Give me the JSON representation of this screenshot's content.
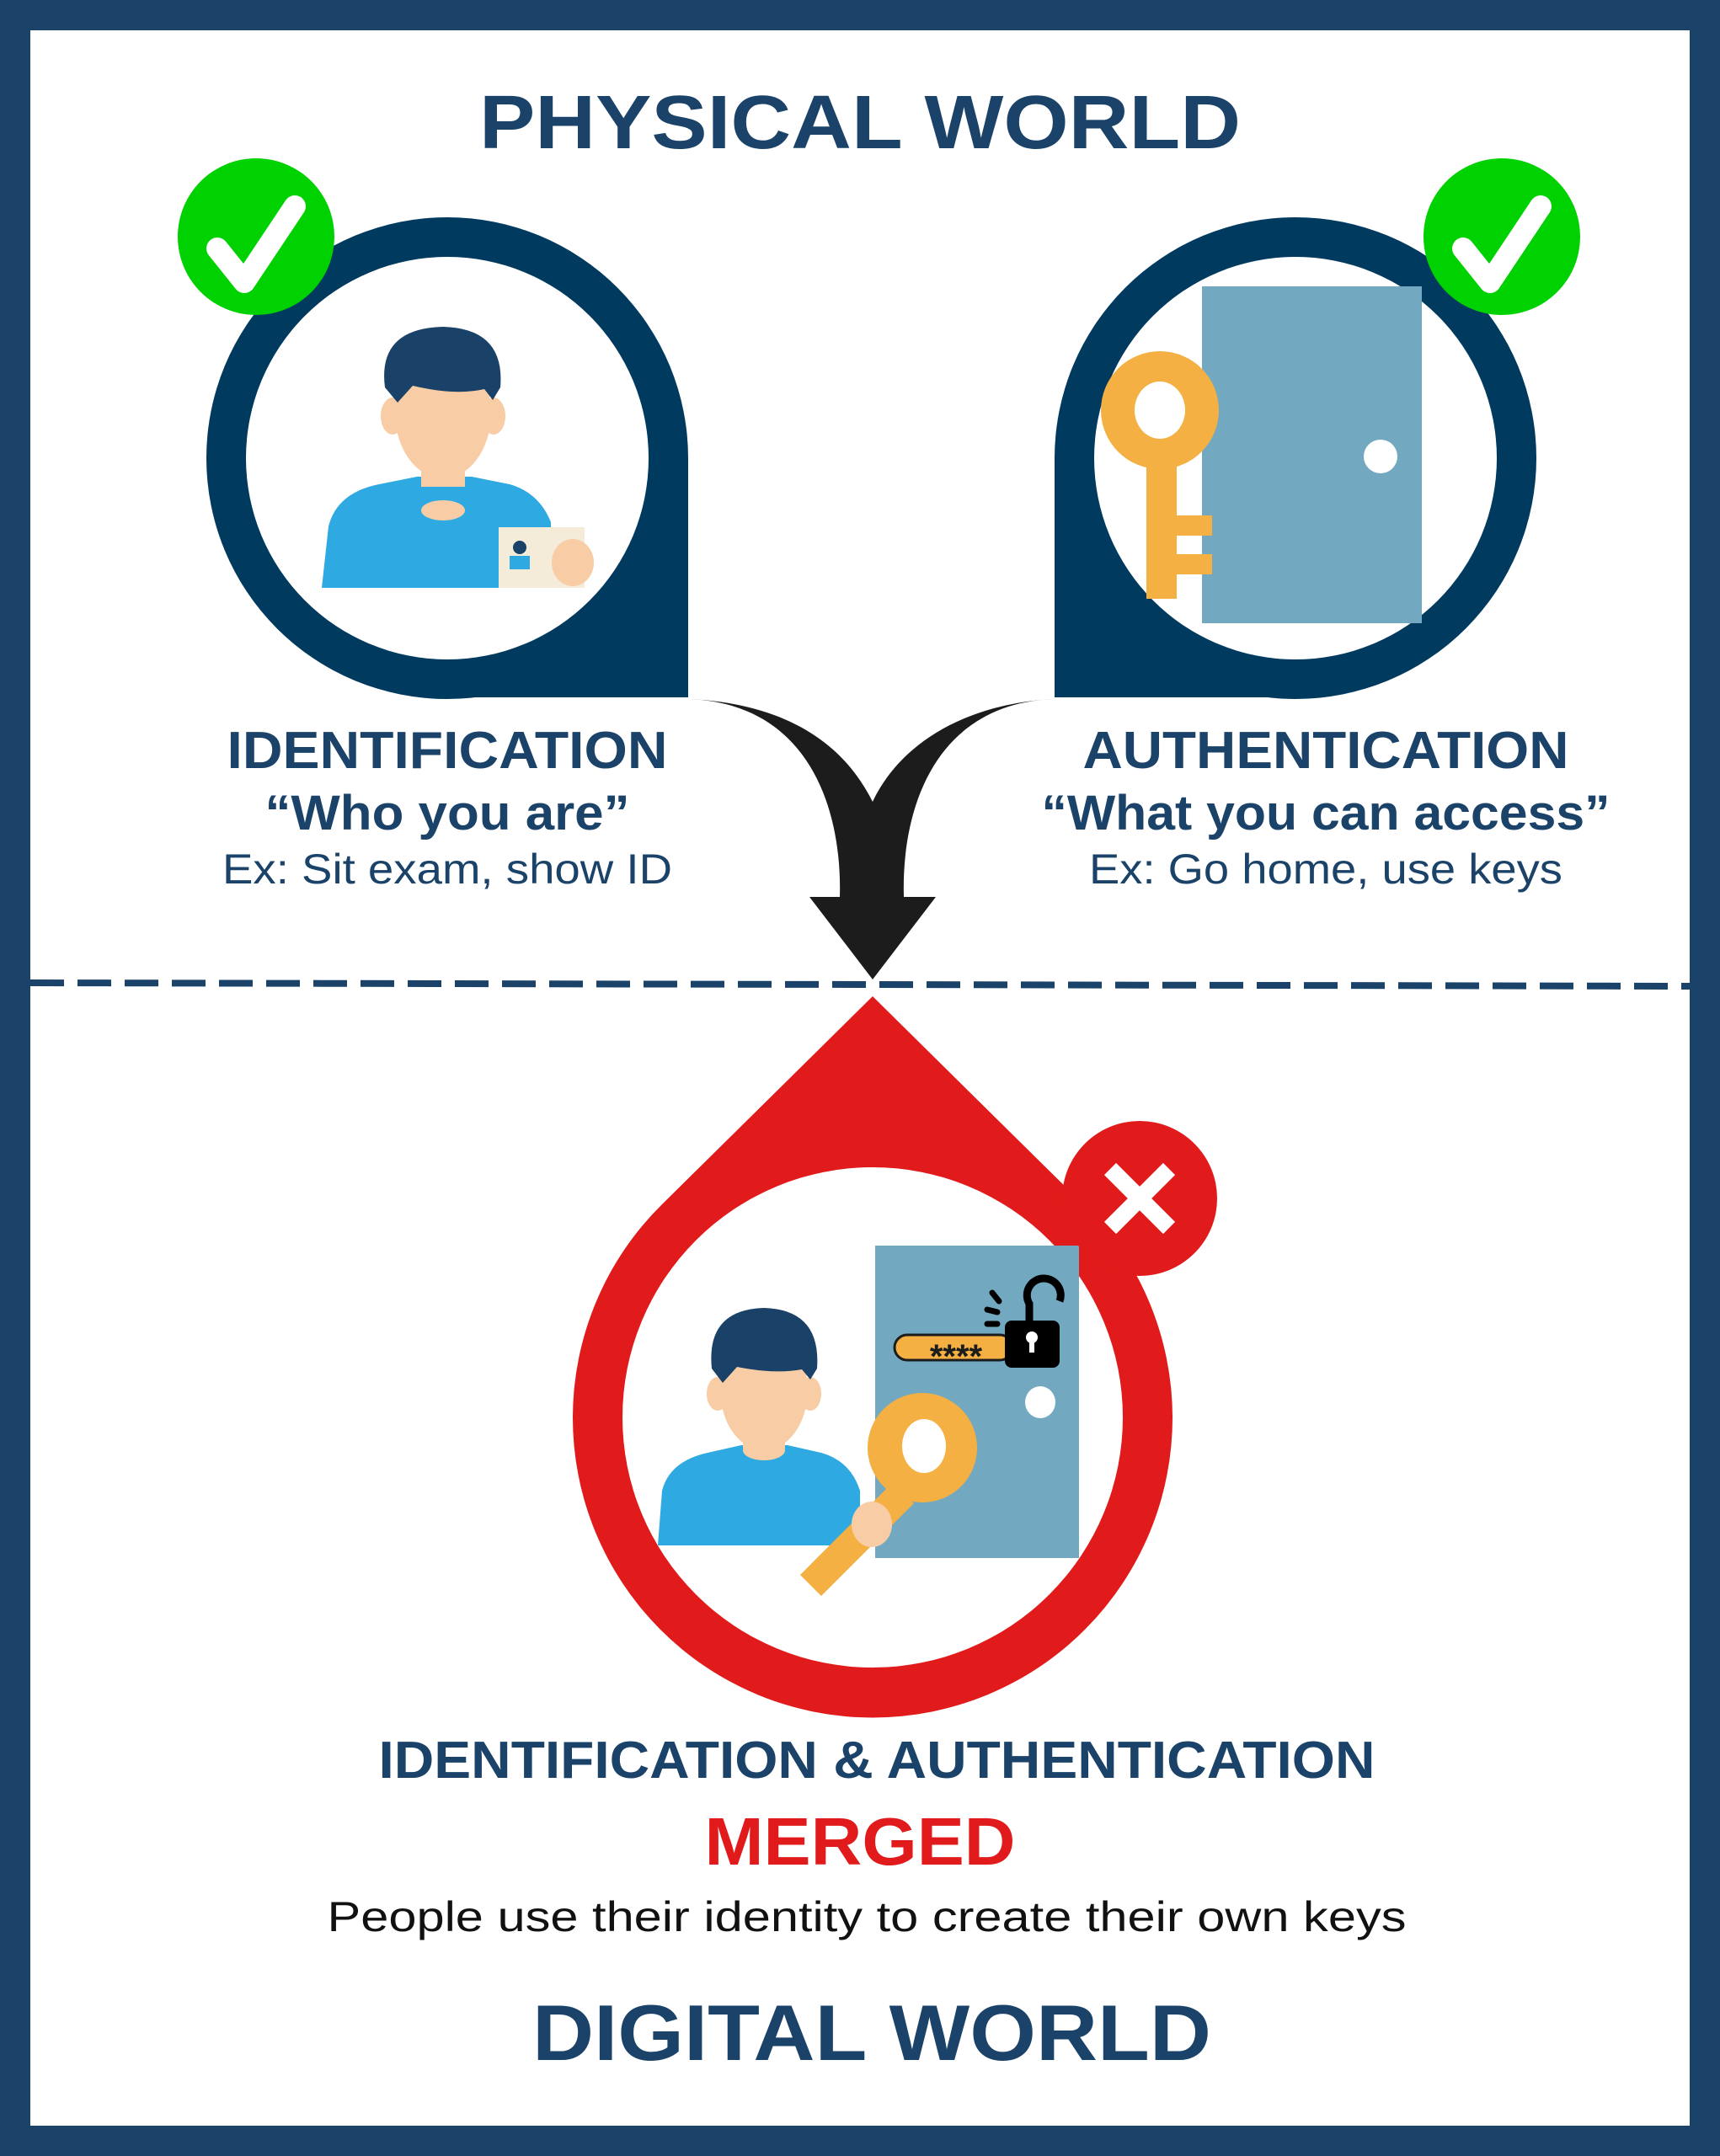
{
  "colors": {
    "navy": "#1b4369",
    "pin": "#003a5f",
    "green": "#00d100",
    "red": "#e11b1b",
    "door": "#72a9c1",
    "key": "#f4b042",
    "skin": "#f8cca5",
    "shirt": "#2ea9e2"
  },
  "physical": {
    "title": "PHYSICAL WORLD",
    "identification": {
      "heading": "IDENTIFICATION",
      "quote": "“Who you are”",
      "example": "Ex: Sit exam, show ID",
      "status_icon": "check-icon"
    },
    "authentication": {
      "heading": "AUTHENTICATION",
      "quote": "“What you can access”",
      "example": "Ex: Go home, use keys",
      "status_icon": "check-icon"
    }
  },
  "digital": {
    "heading": "IDENTIFICATION & AUTHENTICATION",
    "status": "MERGED",
    "description": "People use their identity to create their own keys",
    "password_mask": "****",
    "status_icon": "x-icon",
    "title": "DIGITAL WORLD"
  }
}
